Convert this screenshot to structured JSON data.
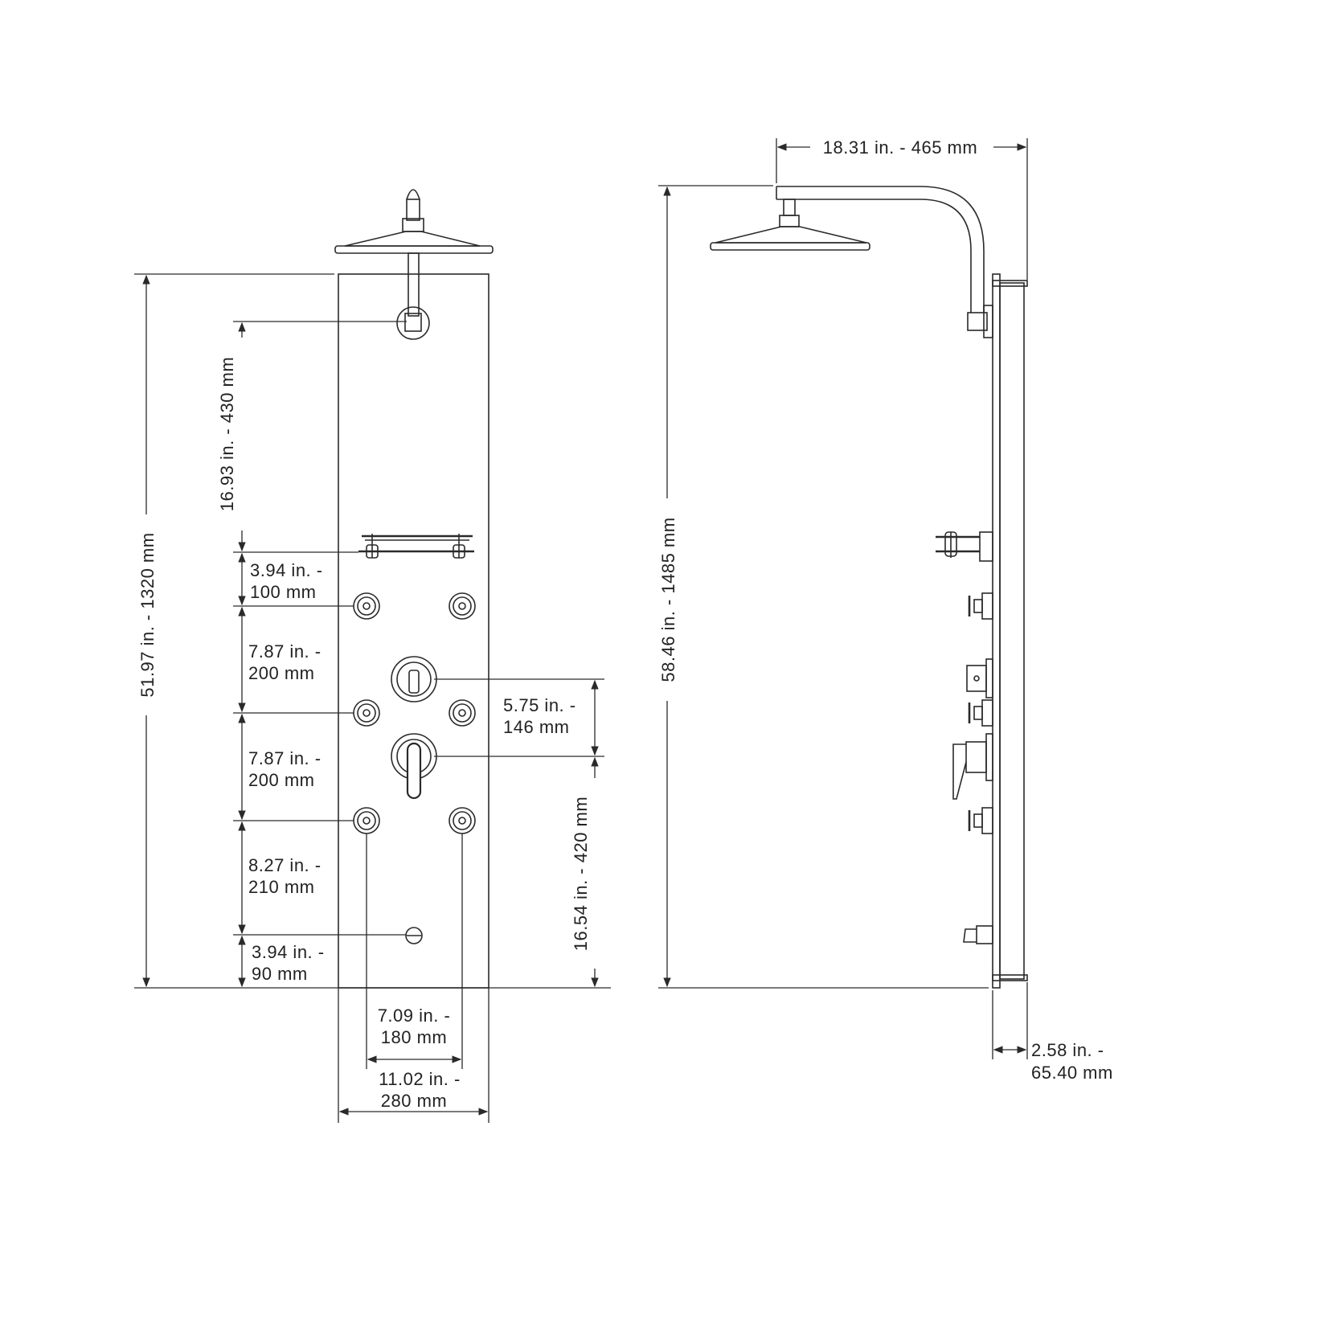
{
  "labels": {
    "rain_arm_width": "18.31 in. - 465 mm",
    "total_height": "58.46 in. - 1485 mm",
    "panel_height": "51.97 in. - 1320 mm",
    "head_to_shelf": "16.93 in. - 430 mm",
    "shelf_to_jet_1": "3.94 in. -",
    "shelf_to_jet_2": "100 mm",
    "jet_row_1_to_2_a": "7.87 in. -",
    "jet_row_1_to_2_b": "200 mm",
    "jet_row_2_to_3_a": "7.87 in. -",
    "jet_row_2_to_3_b": "200 mm",
    "jet_to_spout_a": "8.27 in. -",
    "jet_to_spout_b": "210 mm",
    "spout_to_bottom_a": "3.94 in. -",
    "spout_to_bottom_b": "90 mm",
    "controls_spacing_a": "5.75 in. -",
    "controls_spacing_b": "146 mm",
    "handle_to_bottom": "16.54 in. - 420 mm",
    "jet_spacing_a": "7.09 in. -",
    "jet_spacing_b": "180 mm",
    "panel_width_a": "11.02 in. -",
    "panel_width_b": "280 mm",
    "panel_depth_a": "2.58 in. -",
    "panel_depth_b": "65.40 mm"
  }
}
